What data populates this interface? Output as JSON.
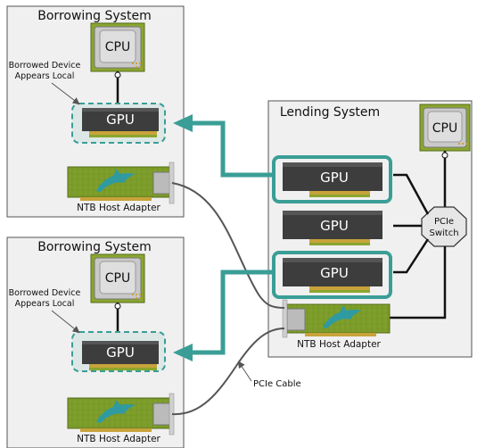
{
  "systems": {
    "borrowing_top": {
      "title": "Borrowing System",
      "cpu_label": "CPU",
      "gpu_label": "GPU",
      "annotation_line1": "Borrowed Device",
      "annotation_line2": "Appears Local",
      "adapter_label": "NTB Host Adapter"
    },
    "borrowing_bottom": {
      "title": "Borrowing System",
      "cpu_label": "CPU",
      "gpu_label": "GPU",
      "annotation_line1": "Borrowed Device",
      "annotation_line2": "Appears Local",
      "adapter_label": "NTB Host Adapter"
    },
    "lending": {
      "title": "Lending System",
      "cpu_label": "CPU",
      "gpu1_label": "GPU",
      "gpu2_label": "GPU",
      "gpu3_label": "GPU",
      "switch_line1": "PCIe",
      "switch_line2": "Switch",
      "adapter_label": "NTB Host Adapter"
    }
  },
  "cable_label": "PCIe Cable",
  "colors": {
    "teal": "#3a9e96",
    "board_green": "#7a9a2a",
    "gpu_dark": "#3d3d3d",
    "dolphin": "#2f9aa0"
  },
  "icons": [
    "cpu-chip-icon",
    "gpu-card-icon",
    "dolphin-logo-icon",
    "pcie-switch-icon"
  ]
}
